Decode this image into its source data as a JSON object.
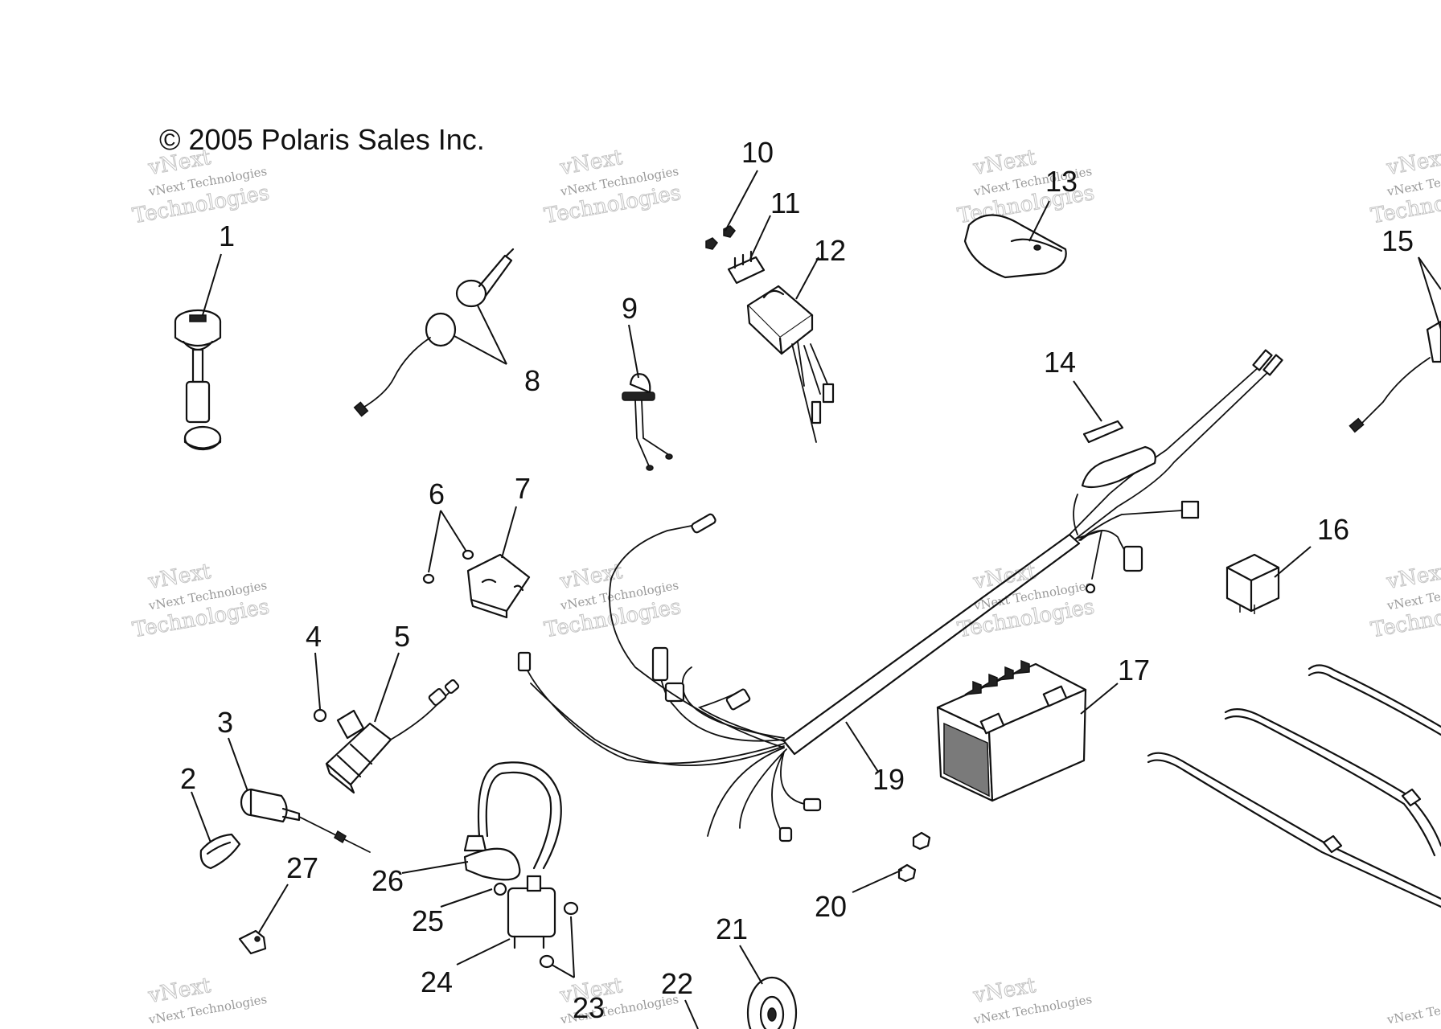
{
  "copyright": "© 2005 Polaris Sales Inc.",
  "watermark": {
    "brand": "vNext",
    "line1": "vNext Technologies",
    "line2": "Technologies"
  },
  "callouts": {
    "c1": "1",
    "c2": "2",
    "c3": "3",
    "c4": "4",
    "c5": "5",
    "c6": "6",
    "c7": "7",
    "c8": "8",
    "c9": "9",
    "c10": "10",
    "c11": "11",
    "c12": "12",
    "c13": "13",
    "c14": "14",
    "c15": "15",
    "c16": "16",
    "c17": "17",
    "c19": "19",
    "c20": "20",
    "c21": "21",
    "c22": "22",
    "c23": "23",
    "c24": "24",
    "c25": "25",
    "c26": "26",
    "c27": "27"
  },
  "colors": {
    "ink": "#111111",
    "watermark": "#9a9a9a",
    "background": "#ffffff"
  }
}
